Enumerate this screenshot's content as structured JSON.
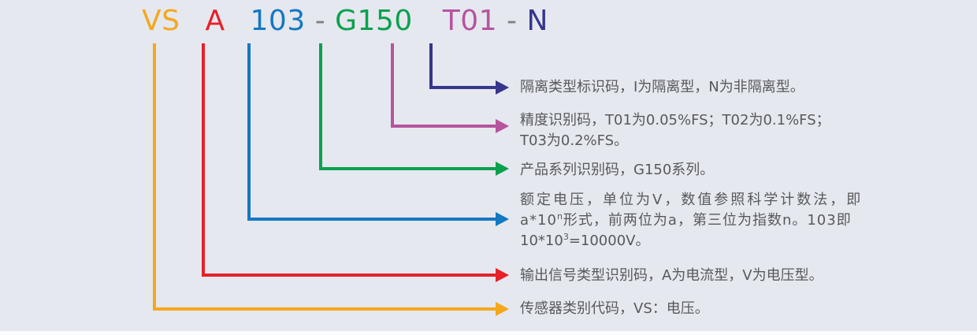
{
  "colors": {
    "background": "#E5E8EF",
    "text": "#58595B",
    "separator_gray": "#808184",
    "vs_orange": "#F5A81C",
    "a_red": "#E62129",
    "v103_blue": "#1478C2",
    "g150_green": "#0BA14F",
    "t01_magenta": "#B6549E",
    "n_navy": "#35368C"
  },
  "model_code": {
    "full_text": "VS A 103-G150 T01-N",
    "segments": [
      {
        "text": "VS",
        "color": "#F5A81C"
      },
      {
        "text": "A",
        "color": "#E62129"
      },
      {
        "text": "103",
        "color": "#1478C2"
      },
      {
        "text": "-",
        "color": "#808184"
      },
      {
        "text": "G150",
        "color": "#0BA14F"
      },
      {
        "text": "T01",
        "color": "#B6549E"
      },
      {
        "text": "-",
        "color": "#808184"
      },
      {
        "text": "N",
        "color": "#35368C"
      }
    ]
  },
  "callouts": [
    {
      "code": "N",
      "color": "#35368C",
      "lines": [
        "隔离类型标识码，I为隔离型，N为非隔离型。"
      ]
    },
    {
      "code": "T01",
      "color": "#B6549E",
      "lines": [
        "精度识别码，T01为0.05%FS；T02为0.1%FS；",
        "T03为0.2%FS。"
      ]
    },
    {
      "code": "G150",
      "color": "#0BA14F",
      "lines": [
        "产品系列识别码，G150系列。"
      ]
    },
    {
      "code": "103",
      "color": "#1478C2",
      "lines": [
        {
          "runs": [
            {
              "text": "额定电压，单位为V，数值参照科学计数法，即",
              "sup": false
            }
          ]
        },
        {
          "runs": [
            {
              "text": "a*10",
              "sup": false
            },
            {
              "text": "n",
              "sup": true
            },
            {
              "text": "形式，前两位为a，第三位为指数n。103即",
              "sup": false
            }
          ]
        },
        {
          "runs": [
            {
              "text": "10*10",
              "sup": false
            },
            {
              "text": "3",
              "sup": true
            },
            {
              "text": "=10000V。",
              "sup": false
            }
          ]
        }
      ]
    },
    {
      "code": "A",
      "color": "#E62129",
      "lines": [
        "输出信号类型识别码，A为电流型，V为电压型。"
      ]
    },
    {
      "code": "VS",
      "color": "#F5A81C",
      "lines": [
        "传感器类别代码，VS：电压。"
      ]
    }
  ]
}
